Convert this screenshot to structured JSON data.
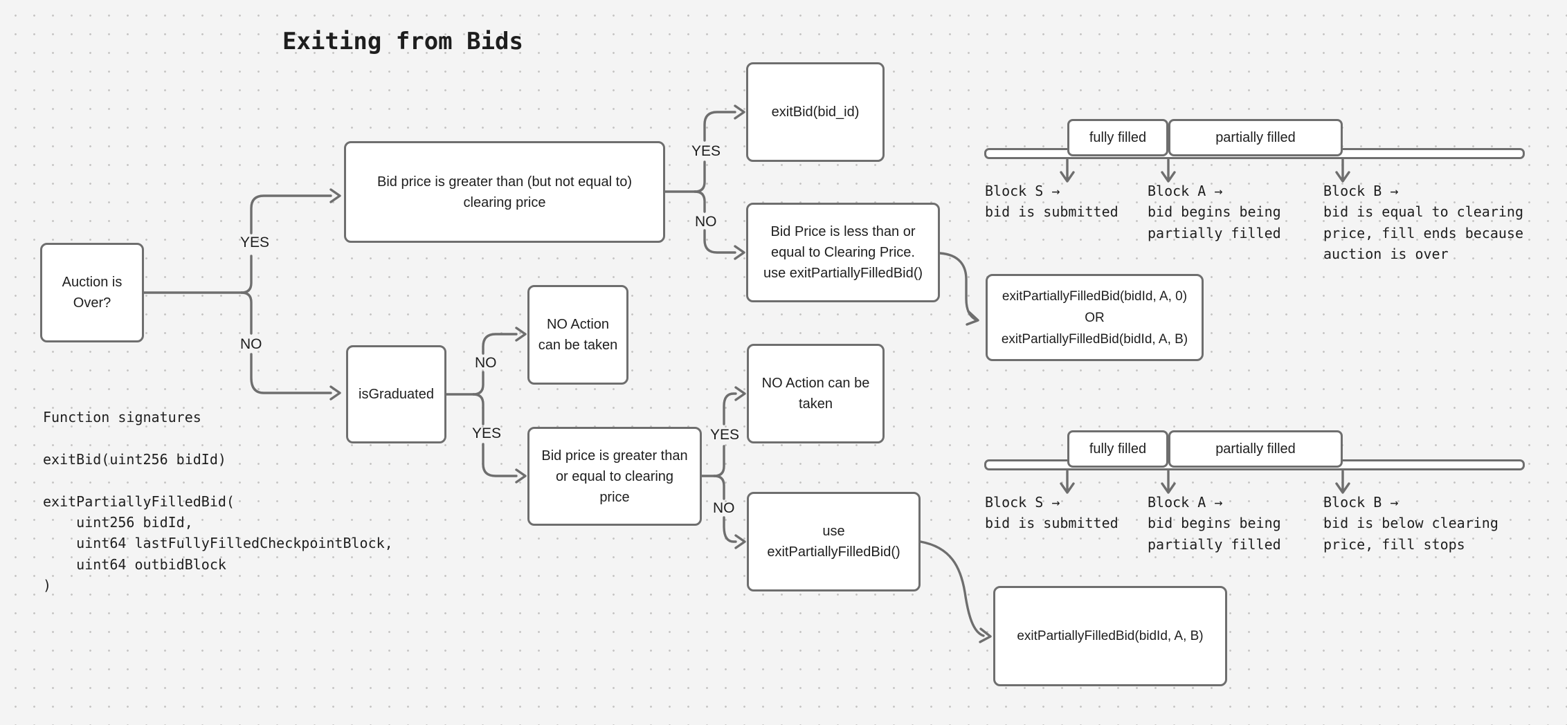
{
  "title": "Exiting from Bids",
  "nodes": {
    "auction": "Auction is\nOver?",
    "bid_gt": "Bid price is greater than (but not equal to)\nclearing price",
    "exit_bid": "exitBid(bid_id)",
    "bid_le": "Bid Price is less than or\nequal to Clearing Price.\nuse exitPartiallyFilledBid()",
    "or_box": "exitPartiallyFilledBid(bidId, A, 0)\nOR\nexitPartiallyFilledBid(bidId, A, B)",
    "is_graduated": "isGraduated",
    "no_action_1": "NO Action\ncan be taken",
    "bid_ge": "Bid price is greater than\nor equal to clearing\nprice",
    "no_action_2": "NO Action can be\ntaken",
    "use_exit": "use\nexitPartiallyFilledBid()",
    "exit_ab": "exitPartiallyFilledBid(bidId, A, B)"
  },
  "edge_labels": {
    "auction_yes": "YES",
    "auction_no": "NO",
    "gt_yes": "YES",
    "gt_no": "NO",
    "grad_no": "NO",
    "grad_yes": "YES",
    "ge_yes": "YES",
    "ge_no": "NO"
  },
  "timelines": {
    "top": {
      "segments": [
        "fully filled",
        "partially filled"
      ],
      "blocks": [
        "Block S →\nbid is submitted",
        "Block A →\nbid begins being\npartially filled",
        "Block B →\nbid is equal to clearing\nprice, fill ends because\nauction is over"
      ]
    },
    "bottom": {
      "segments": [
        "fully filled",
        "partially filled"
      ],
      "blocks": [
        "Block S →\nbid is submitted",
        "Block A →\nbid begins being\npartially filled",
        "Block B →\nbid is below clearing\nprice, fill stops"
      ]
    }
  },
  "function_signatures": "Function signatures\n\nexitBid(uint256 bidId)\n\nexitPartiallyFilledBid(\n    uint256 bidId,\n    uint64 lastFullyFilledCheckpointBlock,\n    uint64 outbidBlock\n)",
  "colors": {
    "background": "#f4f4f4",
    "stroke": "#6e6e6e",
    "text": "#1e1e1e",
    "fill": "#ffffff"
  }
}
